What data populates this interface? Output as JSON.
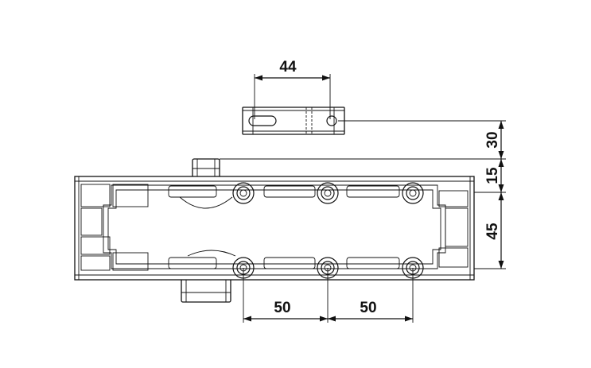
{
  "dimensions": {
    "bracket_hole_spacing": "44",
    "bracket_offset": "30",
    "pin_offset": "15",
    "body_hole_row_spacing": "45",
    "body_hole_spacing_left": "50",
    "body_hole_spacing_right": "50"
  }
}
